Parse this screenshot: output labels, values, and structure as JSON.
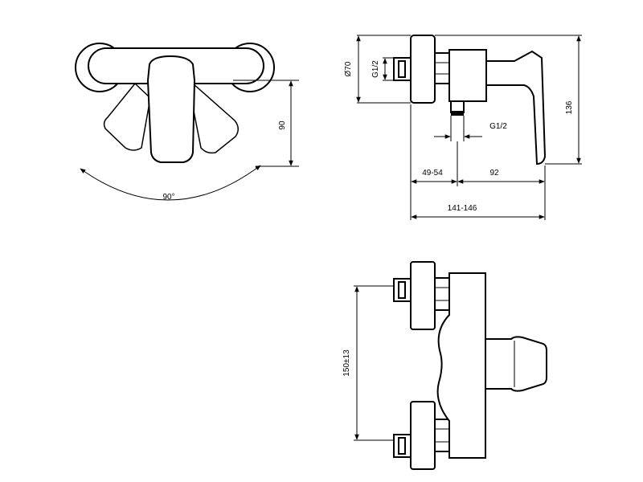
{
  "dimensions": {
    "lever_rotation_angle": "90°",
    "front_height": "90",
    "escutcheon_diameter": "Ø70",
    "inlet_thread": "G1/2",
    "outlet_thread": "G1/2",
    "total_height": "136",
    "wall_offset": "49-54",
    "outlet_to_front": "92",
    "total_depth": "141-146",
    "inlet_spacing": "150±13"
  }
}
